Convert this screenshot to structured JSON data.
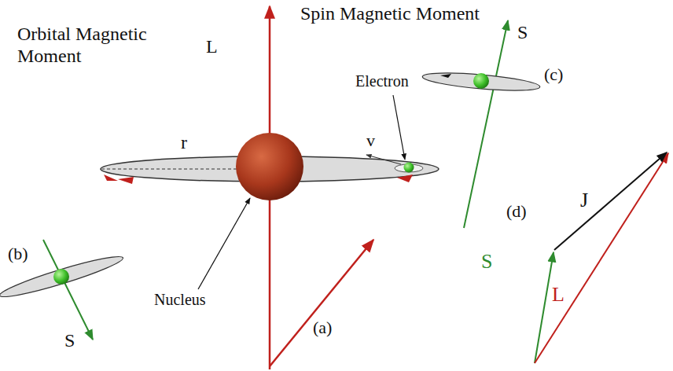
{
  "diagram": {
    "labels": [
      "Spin Magnetic Moment",
      "Orbital Magnetic Moment",
      "L",
      "S",
      "Electron",
      "(c)",
      "r",
      "v",
      "(d)",
      "J",
      "(b)",
      "S",
      "L",
      "Nucleus",
      "(a)",
      "S"
    ]
  }
}
